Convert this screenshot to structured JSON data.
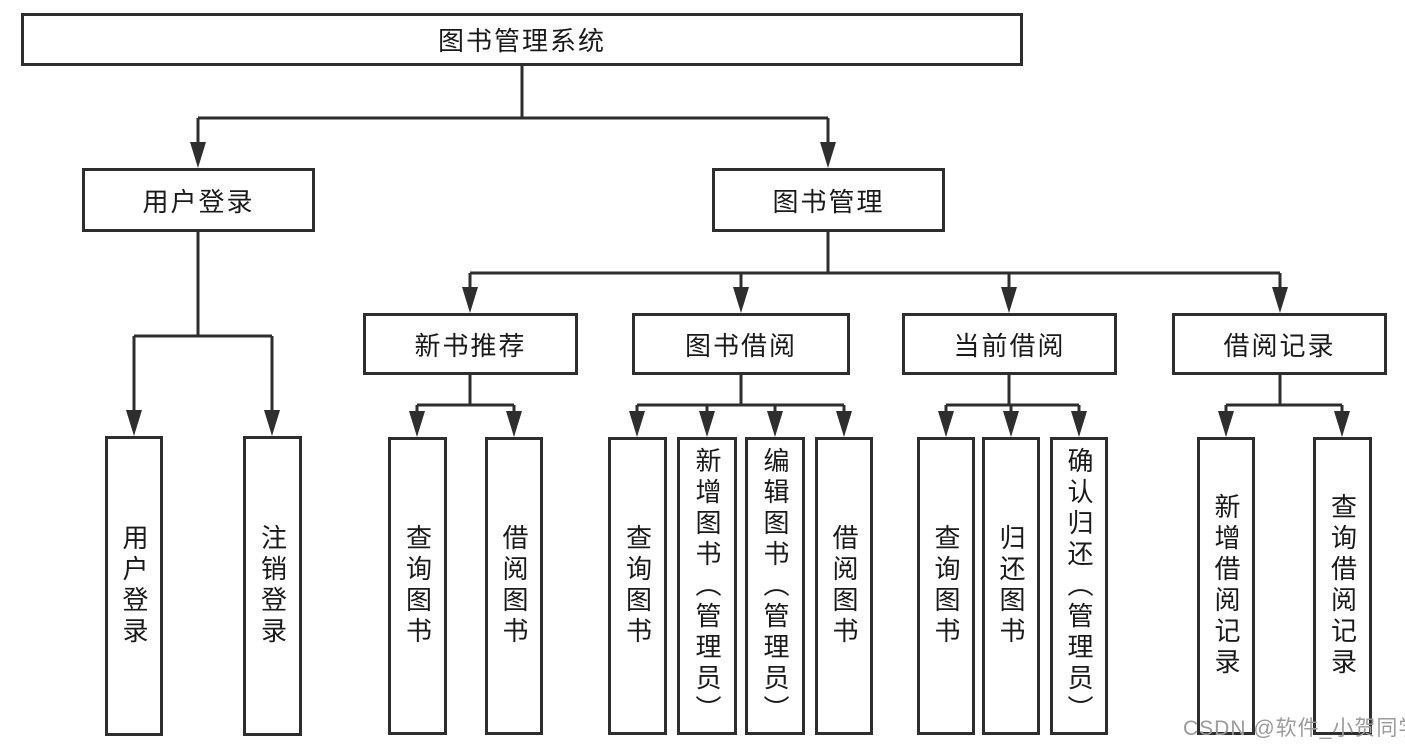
{
  "colors": {
    "background": "#ffffff",
    "line": "#2e2e2e",
    "box_border": "#2e2e2e",
    "text": "#1a1a1a",
    "watermark": "#9b9b9b"
  },
  "diagram": {
    "title": "图书管理系统",
    "level2": [
      {
        "label": "用户登录"
      },
      {
        "label": "图书管理"
      }
    ],
    "level3": [
      {
        "label": "新书推荐"
      },
      {
        "label": "图书借阅"
      },
      {
        "label": "当前借阅"
      },
      {
        "label": "借阅记录"
      }
    ],
    "leaves": {
      "user_login": [
        "用户登录",
        "注销登录"
      ],
      "new_books": [
        "查询图书",
        "借阅图书"
      ],
      "book_borrow": [
        "查询图书",
        "新增图书（管理员）",
        "编辑图书（管理员）",
        "借阅图书"
      ],
      "current_borrow": [
        "查询图书",
        "归还图书",
        "确认归还（管理员）"
      ],
      "borrow_records": [
        "新增借阅记录",
        "查询借阅记录"
      ]
    },
    "watermark": "CSDN @软件_小贺同学"
  }
}
